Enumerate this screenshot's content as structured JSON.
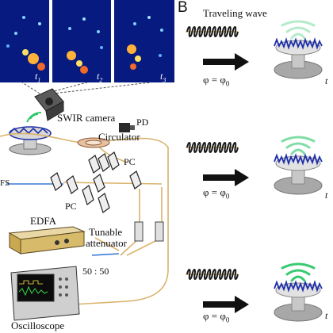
{
  "panel_b": {
    "letter": "B",
    "traveling_wave": "Traveling wave",
    "phi": "φ = φ",
    "phi_sub": "0",
    "t": "t"
  },
  "thumbnails": [
    {
      "label": "t",
      "sub": "1"
    },
    {
      "label": "t",
      "sub": "2"
    },
    {
      "label": "t",
      "sub": "3"
    }
  ],
  "setup": {
    "swir_camera": "SWIR camera",
    "pd": "PD",
    "circulator": "Circulator",
    "pc": "PC",
    "fs_partial": "FS",
    "edfa": "EDFA",
    "tunable": "Tunable",
    "attenuator": "attenuator",
    "splitter": "50 : 50",
    "oscilloscope": "Oscilloscope"
  },
  "colors": {
    "thumb_bg": "#061a80",
    "fiber_orange": "#d9b36b",
    "fiber_blue": "#3a7ad6",
    "ring_blue": "#1e2fa8",
    "glow_green": "#2ec86a",
    "base_gray": "#9a9a9a"
  },
  "icons": [
    "camera-icon",
    "photodiode-icon",
    "circulator-icon",
    "polarization-controller-icon",
    "edfa-icon",
    "attenuator-icon",
    "oscilloscope-icon",
    "resonator-icon",
    "arrow-icon",
    "wave-icon"
  ]
}
